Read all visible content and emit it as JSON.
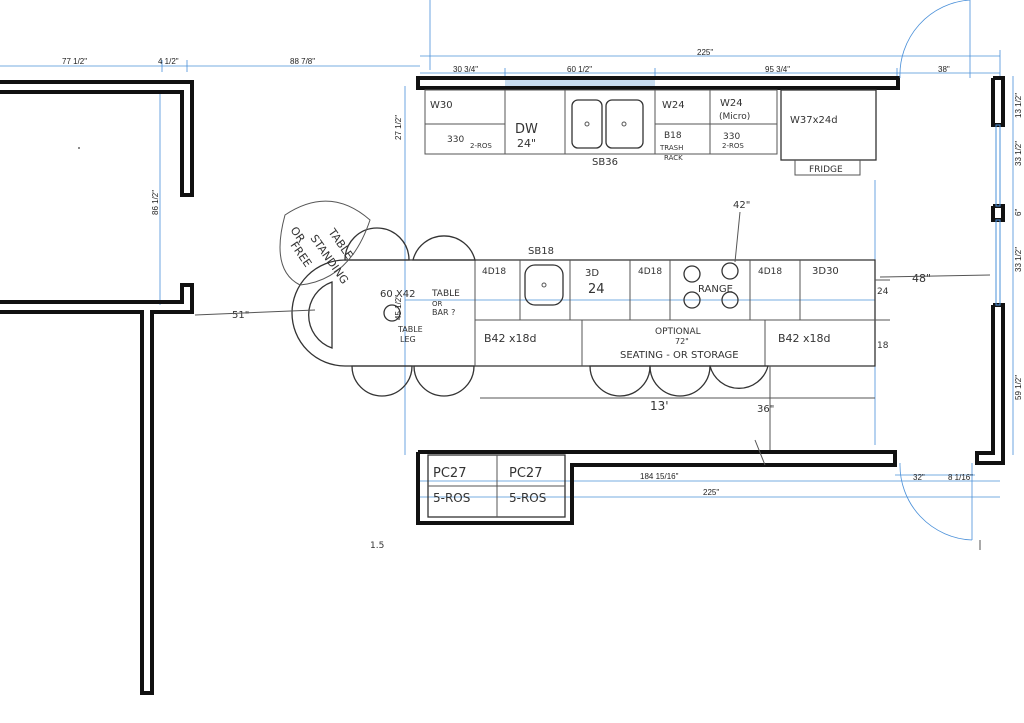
{
  "dimensions": {
    "d_77_5": "77 1/2\"",
    "d_4_5": "4 1/2\"",
    "d_88_78": "88 7/8\"",
    "d_225_top": "225\"",
    "d_30_34": "30 3/4\"",
    "d_60_12": "60 1/2\"",
    "d_95_34": "95 3/4\"",
    "d_38": "38\"",
    "d_27_12": "27 1/2\"",
    "d_86_12": "86 1/2\"",
    "d_13_12": "13 1/2\"",
    "d_33_12_a": "33 1/2\"",
    "d_6": "6\"",
    "d_33_12_b": "33 1/2\"",
    "d_59_12": "59 1/2\"",
    "d_45_12": "45 1/2\"",
    "d_184": "184 15/16\"",
    "d_225_bottom": "225\"",
    "d_32": "32\"",
    "d_8_116": "8 1/16\""
  },
  "cabinets": {
    "w30": "W30",
    "b330_left": "330",
    "b330_left_sub": "2-ROS",
    "dw": "DW",
    "dw_size": "24\"",
    "sb36": "SB36",
    "w24": "W24",
    "b18": "B18",
    "b18_sub1": "TRASH",
    "b18_sub2": "RACK",
    "w24_micro": "W24",
    "w24_micro_sub": "(Micro)",
    "b330_right": "330",
    "b330_right_sub": "2-ROS",
    "w37": "W37x24d",
    "fridge": "FRIDGE",
    "dim_42": "42\"",
    "sb18": "SB18",
    "d18_a": "4D18",
    "bd24": "3D",
    "bd24_size": "24",
    "d18_b": "4D18",
    "range": "RANGE",
    "d18_c": "4D18",
    "bd30": "3D30",
    "island_table": "60 X42",
    "table_or": "TABLE",
    "table_or2": "OR",
    "table_bar": "BAR ?",
    "table_leg": "TABLE",
    "table_leg2": "LEG",
    "b42_left": "B42 x18d",
    "optional": "OPTIONAL",
    "optional_dim": "72\"",
    "seating": "SEATING - OR STORAGE",
    "b42_right": "B42 x18d",
    "side_24": "24",
    "side_18": "18",
    "dim_48": "48\"",
    "dim_13": "13'",
    "dim_36": "36\"",
    "dim_51": "51\"",
    "or_free": "OR",
    "free_2": "FREE",
    "standing": "STANDING",
    "table_free": "TABLE",
    "pc27_a": "PC27",
    "pc27_a_sub": "5-ROS",
    "pc27_b": "PC27",
    "pc27_b_sub": "5-ROS",
    "margin_mark": "1.5"
  }
}
